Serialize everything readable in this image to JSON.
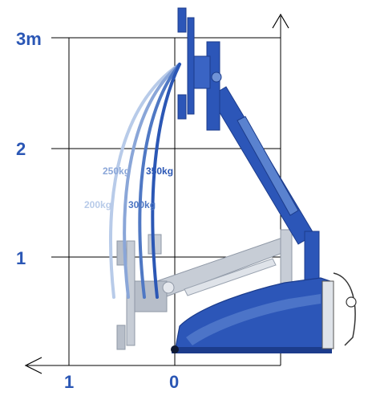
{
  "diagram": {
    "y_axis_labels": [
      "3m",
      "2",
      "1"
    ],
    "x_axis_labels": [
      "1",
      "0"
    ],
    "load_labels": [
      "350kg",
      "250kg",
      "300kg",
      "200kg"
    ]
  },
  "colors": {
    "axis_label": "#2b57b5",
    "machine_blue": "#2c56b8",
    "machine_dark": "#1c3c8c",
    "grey_arm": "#b7bec9",
    "curve_350": "#2b57b5",
    "curve_300": "#4f78c4",
    "curve_250": "#8aa6d8",
    "curve_200": "#b8cbe9",
    "grid": "#000000"
  },
  "icons": [
    "arrow-left-icon",
    "arrow-up-icon"
  ]
}
